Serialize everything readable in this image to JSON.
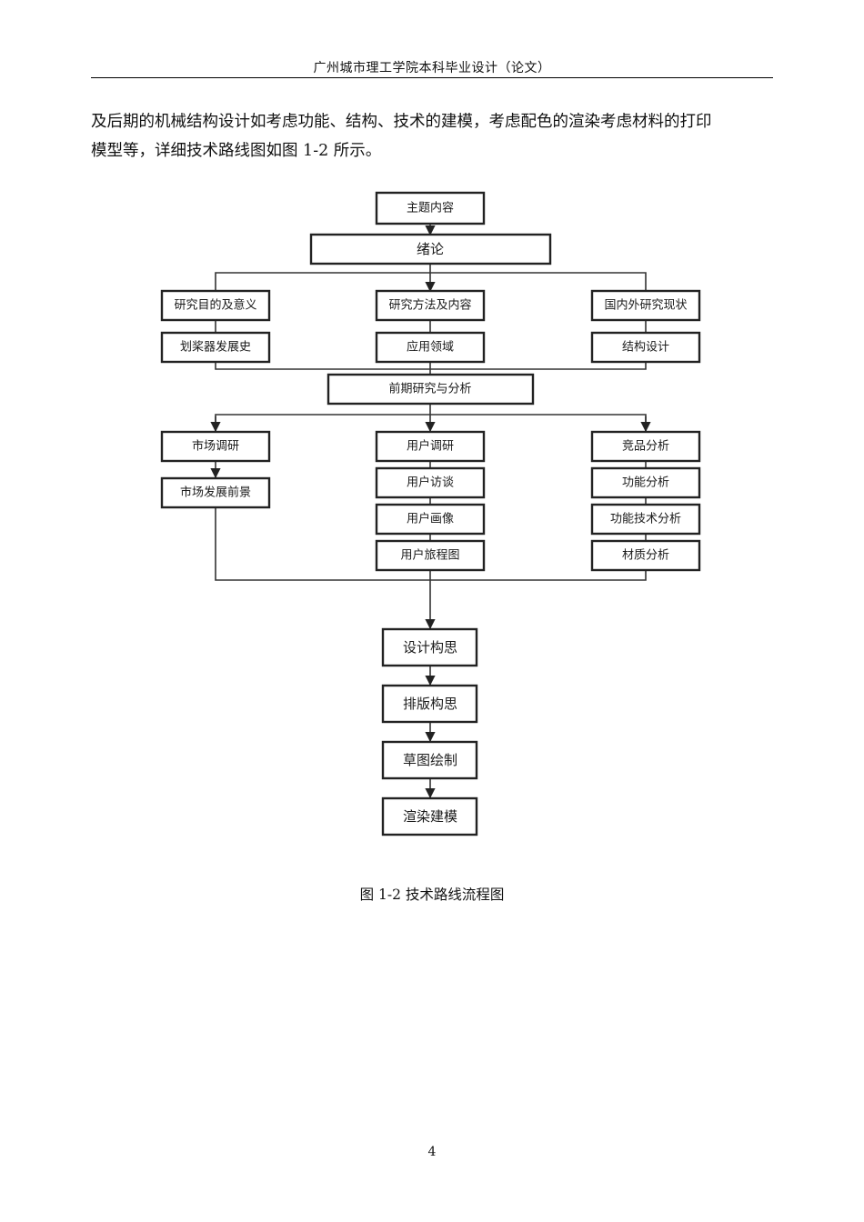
{
  "header": {
    "title": "广州城市理工学院本科毕业设计（论文）"
  },
  "body": {
    "line1": "及后期的机械结构设计如考虑功能、结构、技术的建模，考虑配色的渲染考虑材料的打印",
    "line2": "模型等，详细技术路线图如图 1-2 所示。"
  },
  "flowchart": {
    "topic": "主题内容",
    "intro": "绪论",
    "research_purpose": "研究目的及意义",
    "paddle_history": "划桨器发展史",
    "research_method": "研究方法及内容",
    "application_field": "应用领域",
    "domestic_foreign": "国内外研究现状",
    "structure_design": "结构设计",
    "preliminary": "前期研究与分析",
    "market_research": "市场调研",
    "market_prospect": "市场发展前景",
    "user_research": "用户调研",
    "user_interview": "用户访谈",
    "user_persona": "用户画像",
    "user_journey": "用户旅程图",
    "competitor_analysis": "竞品分析",
    "function_analysis": "功能分析",
    "function_tech_analysis": "功能技术分析",
    "material_analysis": "材质分析",
    "design_concept": "设计构思",
    "layout_concept": "排版构思",
    "sketch_drawing": "草图绘制",
    "render_modeling": "渲染建模"
  },
  "caption": "图 1-2  技术路线流程图",
  "page_number": "4"
}
